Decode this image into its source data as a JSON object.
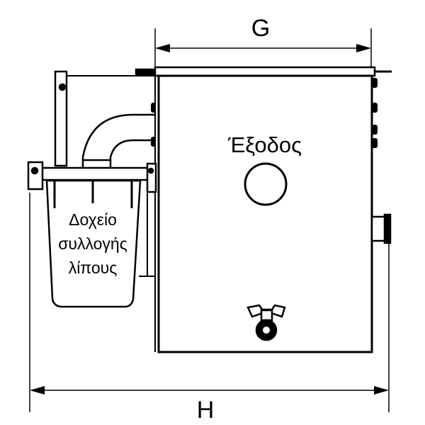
{
  "dimensions": {
    "width_label": "G",
    "total_width_label": "H"
  },
  "labels": {
    "outlet": "Έξοδος",
    "grease_container_line1": "Δοχείο",
    "grease_container_line2": "συλλογής",
    "grease_container_line3": "λίπους"
  }
}
